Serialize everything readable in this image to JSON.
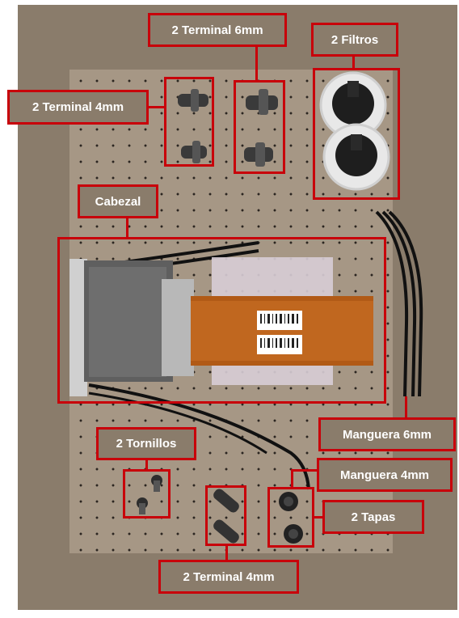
{
  "labels": {
    "terminal_6mm": "2 Terminal 6mm",
    "filtros": "2 Filtros",
    "terminal_4mm_top": "2 Terminal 4mm",
    "cabezal": "Cabezal",
    "manguera_6mm": "Manguera 6mm",
    "tornillos": "2 Tornillos",
    "manguera_4mm": "Manguera 4mm",
    "tapas": "2 Tapas",
    "terminal_4mm_bottom": "2 Terminal 4mm"
  },
  "colors": {
    "highlight": "#c8000a",
    "board": "#a69785",
    "label_text": "#ffffff"
  }
}
